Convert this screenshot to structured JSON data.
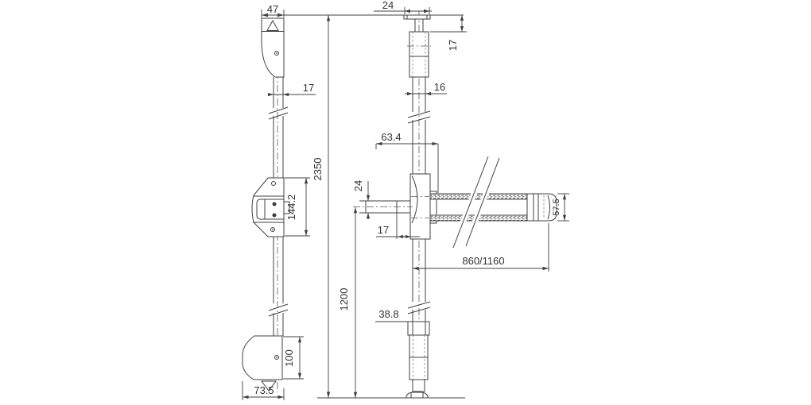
{
  "drawing": {
    "kind": "panic-exit-device-technical-drawing",
    "colors": {
      "line": "#404040",
      "centerline": "#5a5a5a",
      "text": "#333333",
      "background": "#ffffff"
    },
    "dimensions": {
      "top_keeper_width": "47",
      "top_strike_plate_width": "24",
      "top_bolt_stroke": "17",
      "side_rod_dia": "17",
      "front_rod_dia": "16",
      "overall_height": "2350",
      "case_side_offset": "63.4",
      "spindle_dia": "24",
      "case_height": "144.2",
      "spindle_to_case": "17",
      "bar_profile_height": "57.5",
      "bar_length_options": "860/1160",
      "bottom_guide_width": "38.8",
      "operating_height": "1200",
      "bottom_keeper_height": "100",
      "bottom_keeper_width": "73.5"
    }
  }
}
